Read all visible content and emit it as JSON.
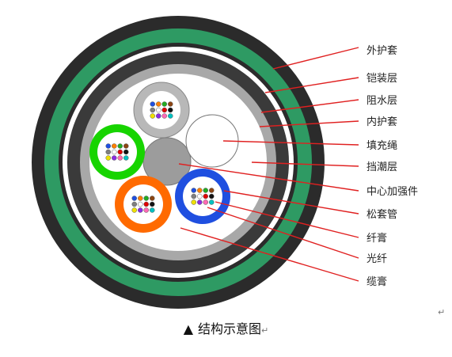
{
  "labels": {
    "outer_sheath": "外护套",
    "armor_layer": "铠装层",
    "water_blocking_layer": "阻水层",
    "inner_sheath": "内护套",
    "filler_rope": "填充绳",
    "moisture_barrier": "挡潮层",
    "central_strength_member": "中心加强件",
    "loose_tube": "松套管",
    "fiber_gel": "纤膏",
    "optical_fiber": "光纤",
    "cable_gel": "缆膏"
  },
  "caption": {
    "symbol": "▲",
    "text": "结构示意图",
    "mark": "↵"
  },
  "corner_mark": "↵",
  "colors": {
    "outer_sheath": "#2b2b2b",
    "armor": "#2e9a63",
    "inner_sheath": "#3a3a3a",
    "moisture_barrier": "#a8a8a8",
    "strength_member": "#9c9c9c",
    "tube_green": "#17d400",
    "tube_orange": "#ff6a00",
    "tube_blue": "#1f4fe0",
    "tube_gray": "#b8b8b8",
    "leader_line": "#e02020"
  },
  "fiber_colors": [
    "#1f4fe0",
    "#ff7f00",
    "#22aa22",
    "#8b4513",
    "#7f7f7f",
    "#ffffff",
    "#e00000",
    "#111111",
    "#f0e000",
    "#8a2be2",
    "#ff69b4",
    "#00c0c0"
  ]
}
